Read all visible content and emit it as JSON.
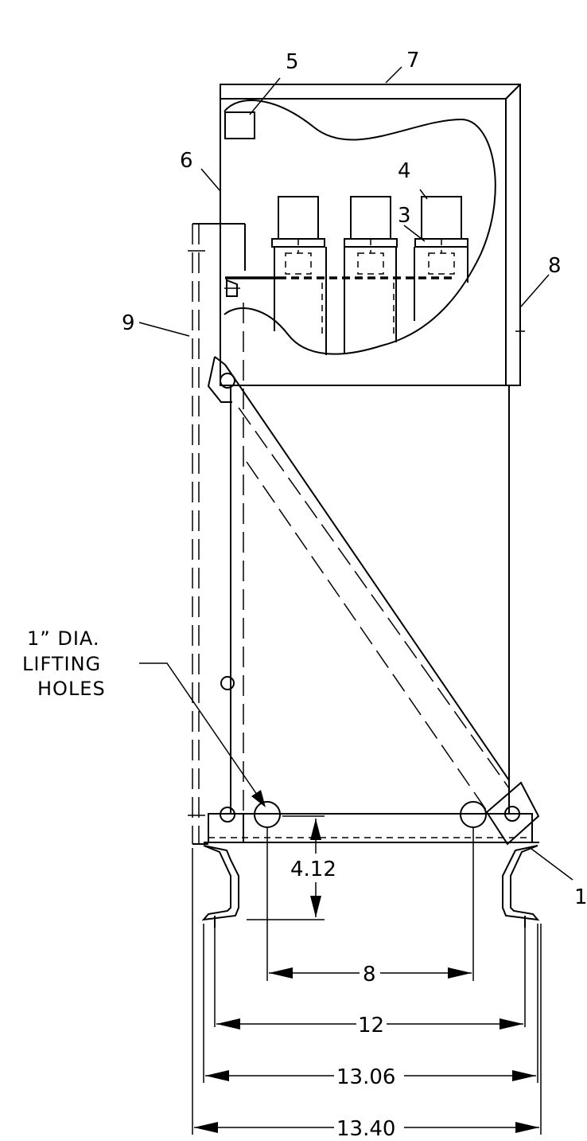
{
  "callouts": {
    "c1": "1",
    "c3": "3",
    "c4": "4",
    "c5": "5",
    "c6": "6",
    "c7": "7",
    "c8": "8",
    "c9": "9"
  },
  "note": {
    "line1": "1”  DIA.",
    "line2": "LIFTING",
    "line3": "HOLES"
  },
  "dimensions": {
    "vertical": "4.12",
    "hole_spacing": "8",
    "channel_width": "12",
    "outer_width": "13.06",
    "overall_width": "13.40"
  }
}
